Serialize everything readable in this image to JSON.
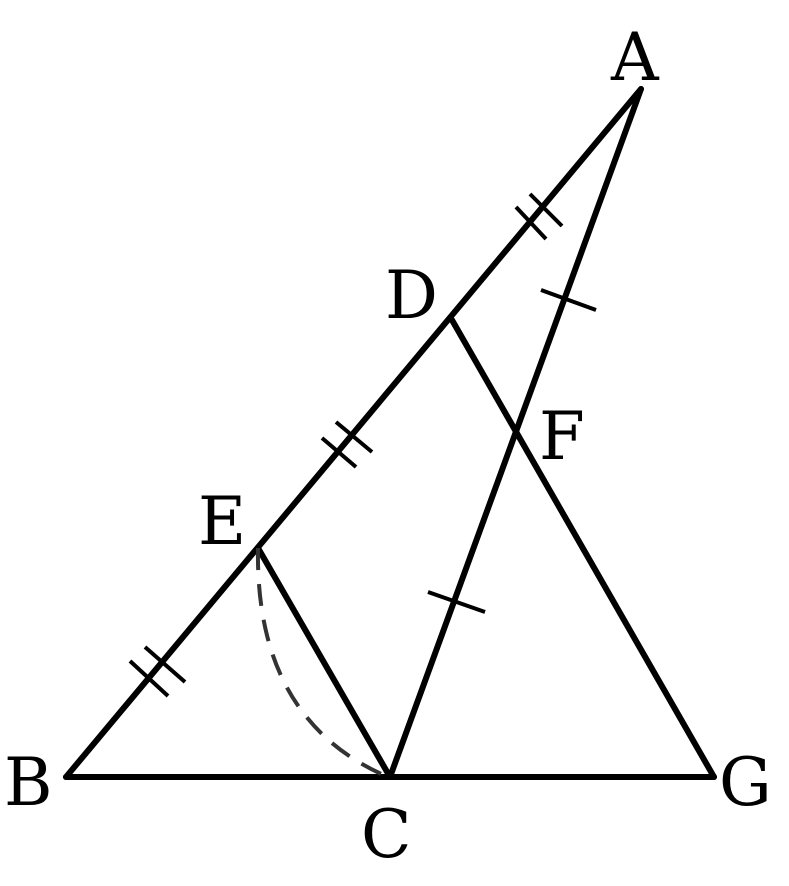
{
  "diagram": {
    "points": {
      "A": "A",
      "B": "B",
      "C": "C",
      "D": "D",
      "E": "E",
      "F": "F",
      "G": "G"
    },
    "colors": {
      "line": "#000000",
      "arc": "#333333",
      "background": "#ffffff"
    }
  }
}
